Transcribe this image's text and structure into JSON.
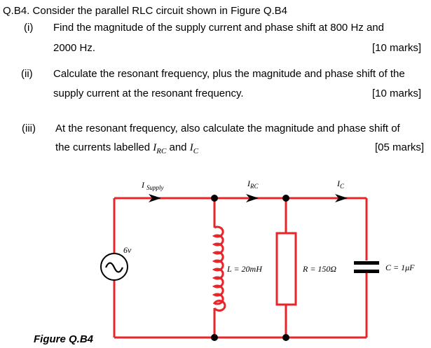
{
  "question": {
    "heading": "Q.B4. Consider the parallel RLC circuit shown in Figure Q.B4",
    "parts": [
      {
        "number": "(i)",
        "line1": "Find the magnitude of the supply current and phase shift at 800 Hz and",
        "line2": "2000 Hz.",
        "marks": "[10 marks]"
      },
      {
        "number": "(ii)",
        "line1": "Calculate the resonant frequency, plus the magnitude and phase shift of the",
        "line2": "supply current at the resonant frequency.",
        "marks": "[10 marks]"
      },
      {
        "number": "(iii)",
        "line1": "At the resonant frequency, also calculate the magnitude and phase shift of",
        "line2_prefix": "the currents labelled ",
        "line2_irc": "I",
        "line2_irc_sub": "RC",
        "line2_and": " and ",
        "line2_ic": "I",
        "line2_ic_sub": "C",
        "marks": "[05 marks]"
      }
    ]
  },
  "figure": {
    "caption": "Figure Q.B4",
    "labels": {
      "i_supply_main": "I",
      "i_supply_sub": "Supply",
      "i_rc_main": "I",
      "i_rc_sub": "RC",
      "i_c_main": "I",
      "i_c_sub": "C",
      "source": "6v",
      "inductor": "L = 20mH",
      "resistor": "R = 150Ω",
      "capacitor": "C = 1μF"
    },
    "colors": {
      "wire": "#e8262a",
      "node": "#000000",
      "capacitor": "#000000"
    }
  }
}
